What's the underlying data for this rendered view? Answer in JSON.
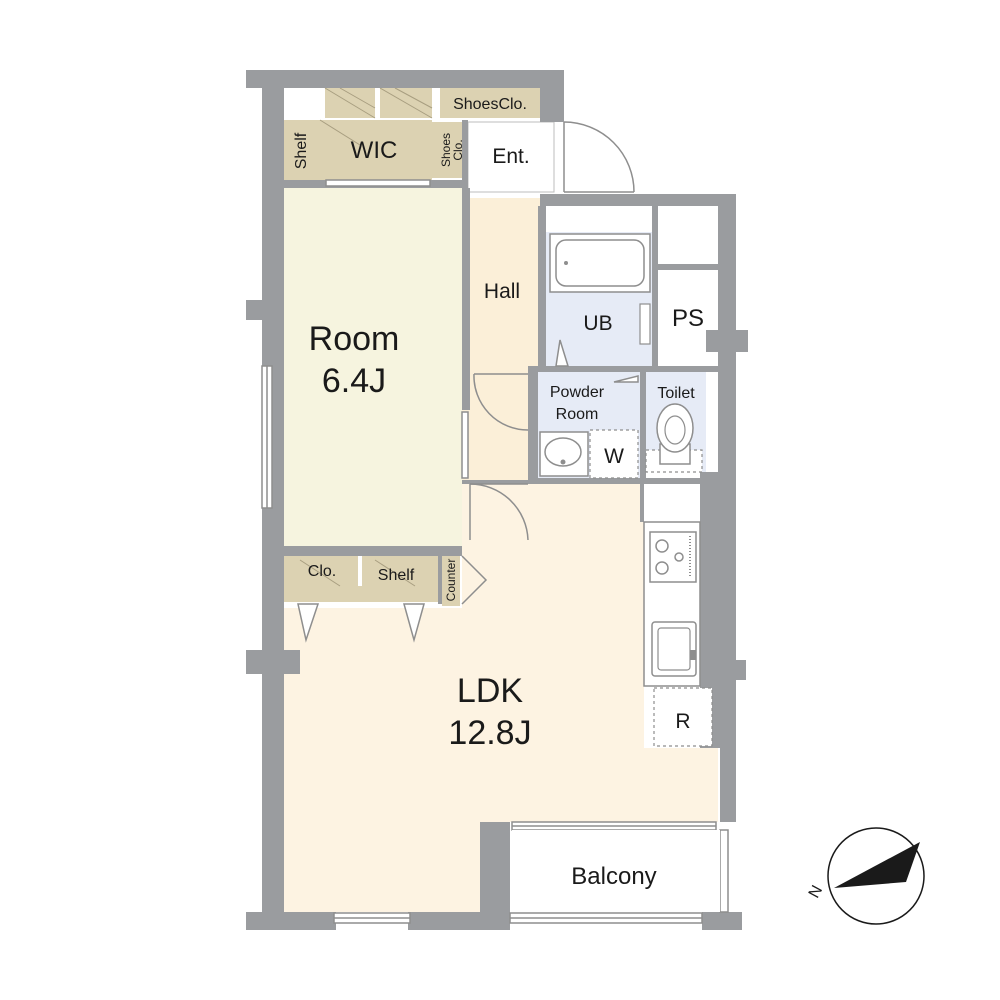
{
  "colors": {
    "wall": "#9a9c9f",
    "room": "#f6f4df",
    "hall": "#fbefd8",
    "ldk": "#fdf3e2",
    "wet": "#e6ebf6",
    "storage": "#dcd2b2",
    "white": "#ffffff",
    "line": "#8e8e8e"
  },
  "labels": {
    "shoes_clo_top": "ShoesClo.",
    "wic": "WIC",
    "shelf_top": "Shelf",
    "shoes_clo_side_1": "Shoes",
    "shoes_clo_side_2": "Clo.",
    "ent": "Ent.",
    "hall": "Hall",
    "room_name": "Room",
    "room_size": "6.4J",
    "ub": "UB",
    "ps": "PS",
    "powder_room_1": "Powder",
    "powder_room_2": "Room",
    "toilet": "Toilet",
    "w": "W",
    "clo": "Clo.",
    "shelf_bottom": "Shelf",
    "counter": "Counter",
    "ldk_name": "LDK",
    "ldk_size": "12.8J",
    "r": "R",
    "balcony": "Balcony",
    "compass_n": "N"
  },
  "icons": {
    "compass": "north-compass-icon",
    "bathtub": "bathtub-icon",
    "toilet": "toilet-icon",
    "sink": "washbasin-icon",
    "stove": "stove-icon",
    "kitchen_sink": "kitchen-sink-icon"
  }
}
